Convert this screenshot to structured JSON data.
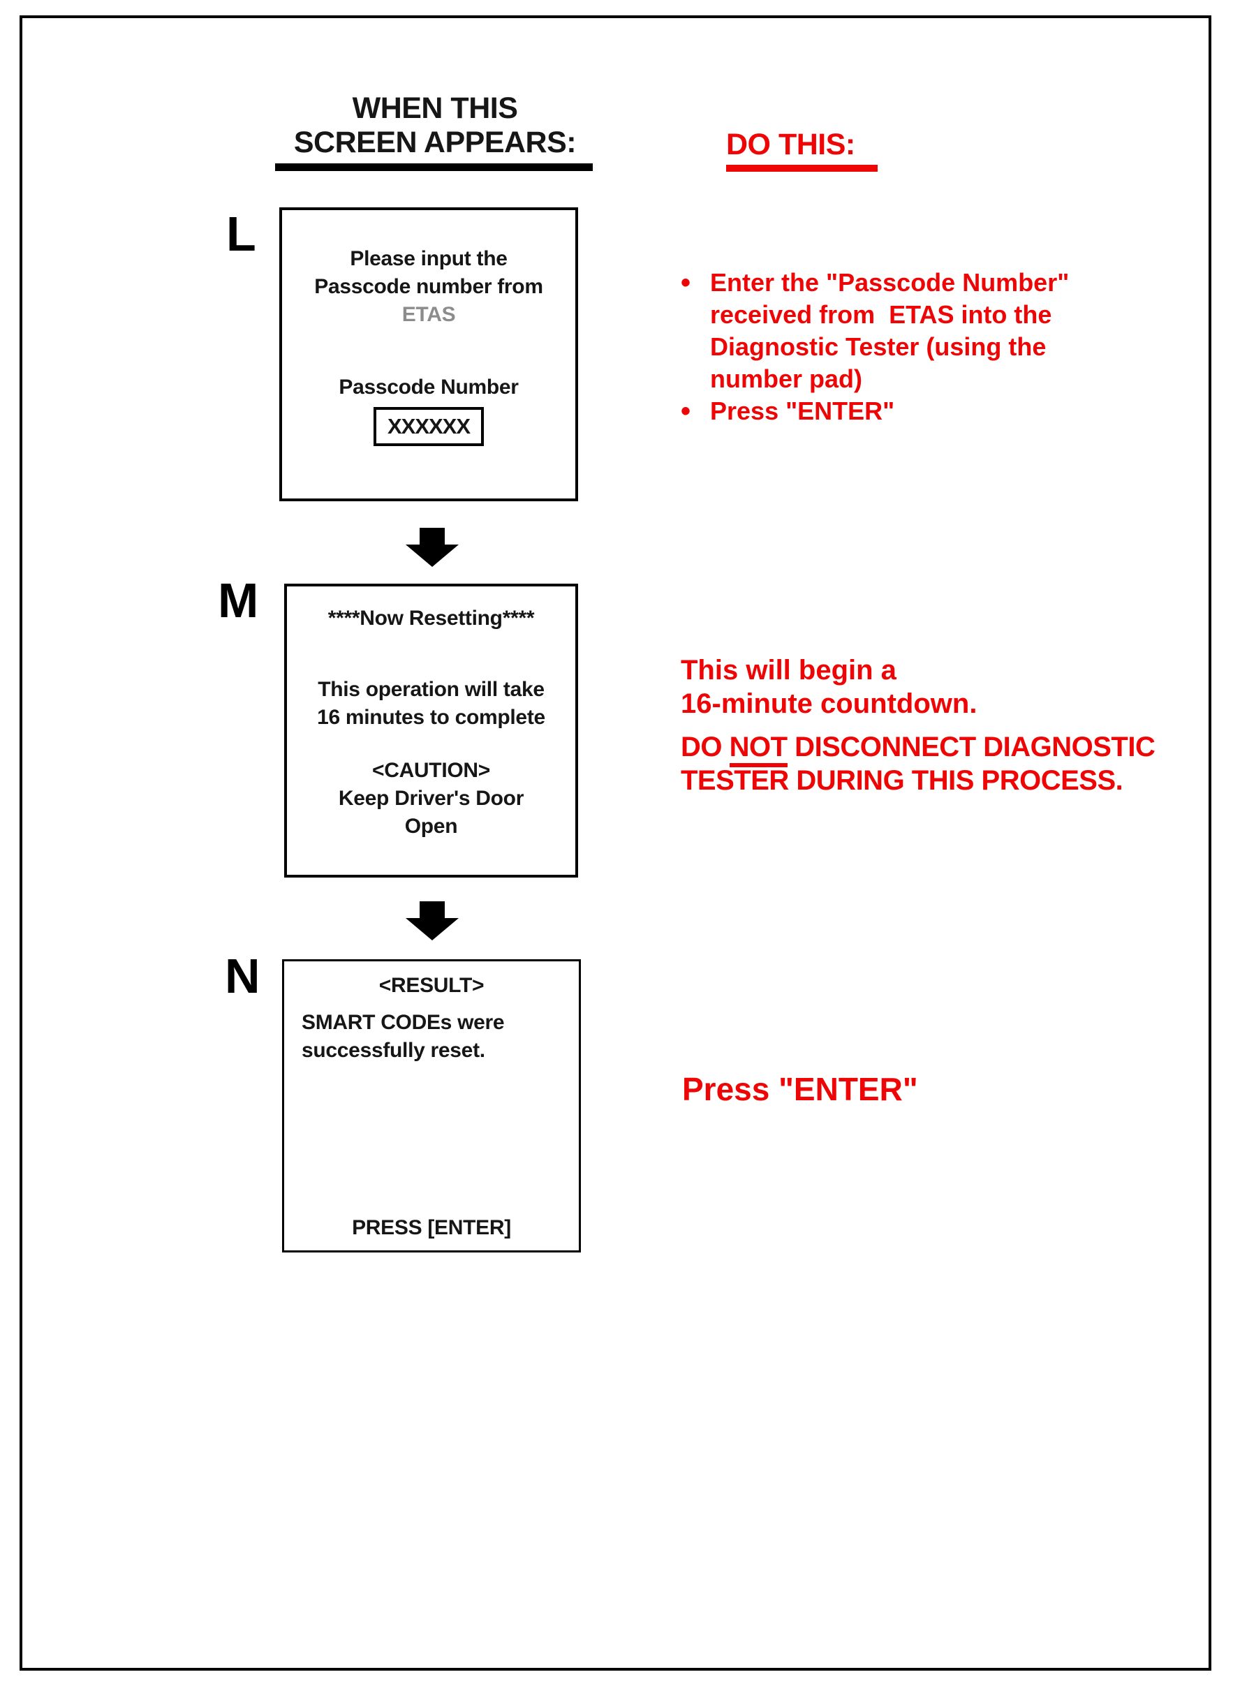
{
  "header": {
    "left_line1": "WHEN THIS",
    "left_line2": "SCREEN APPEARS:",
    "right": "DO THIS:"
  },
  "colors": {
    "red": "#ee0606",
    "ink": "#161616",
    "muted": "#8c8c8c"
  },
  "bullet_char": "•",
  "steps": [
    {
      "label": "L",
      "screen": {
        "intro_lines": [
          "Please input the",
          "Passcode number from",
          "ETAS"
        ],
        "field_label": "Passcode Number",
        "field_value": "XXXXXX"
      },
      "todo": {
        "bullet1_lines": [
          "Enter the \"Passcode Number\"",
          "received from  ETAS into the",
          "Diagnostic Tester (using the",
          "number pad)"
        ],
        "bullet2": "Press \"ENTER\""
      }
    },
    {
      "label": "M",
      "screen": {
        "title": "****Now Resetting****",
        "body_lines": [
          "This operation will take",
          "16 minutes to complete"
        ],
        "caution_lines": [
          "<CAUTION>",
          "Keep Driver's Door",
          "Open"
        ]
      },
      "todo": {
        "note_lines": [
          "This will begin a",
          "16-minute countdown."
        ],
        "warn_pre": "DO ",
        "warn_underlined": "NOT",
        "warn_post": " DISCONNECT DIAGNOSTIC",
        "warn_line2": "TESTER DURING THIS PROCESS."
      }
    },
    {
      "label": "N",
      "screen": {
        "title": "<RESULT>",
        "body_lines": [
          "SMART CODEs were",
          "successfully reset."
        ],
        "footer": "PRESS [ENTER]"
      },
      "todo": {
        "text": "Press \"ENTER\""
      }
    }
  ]
}
